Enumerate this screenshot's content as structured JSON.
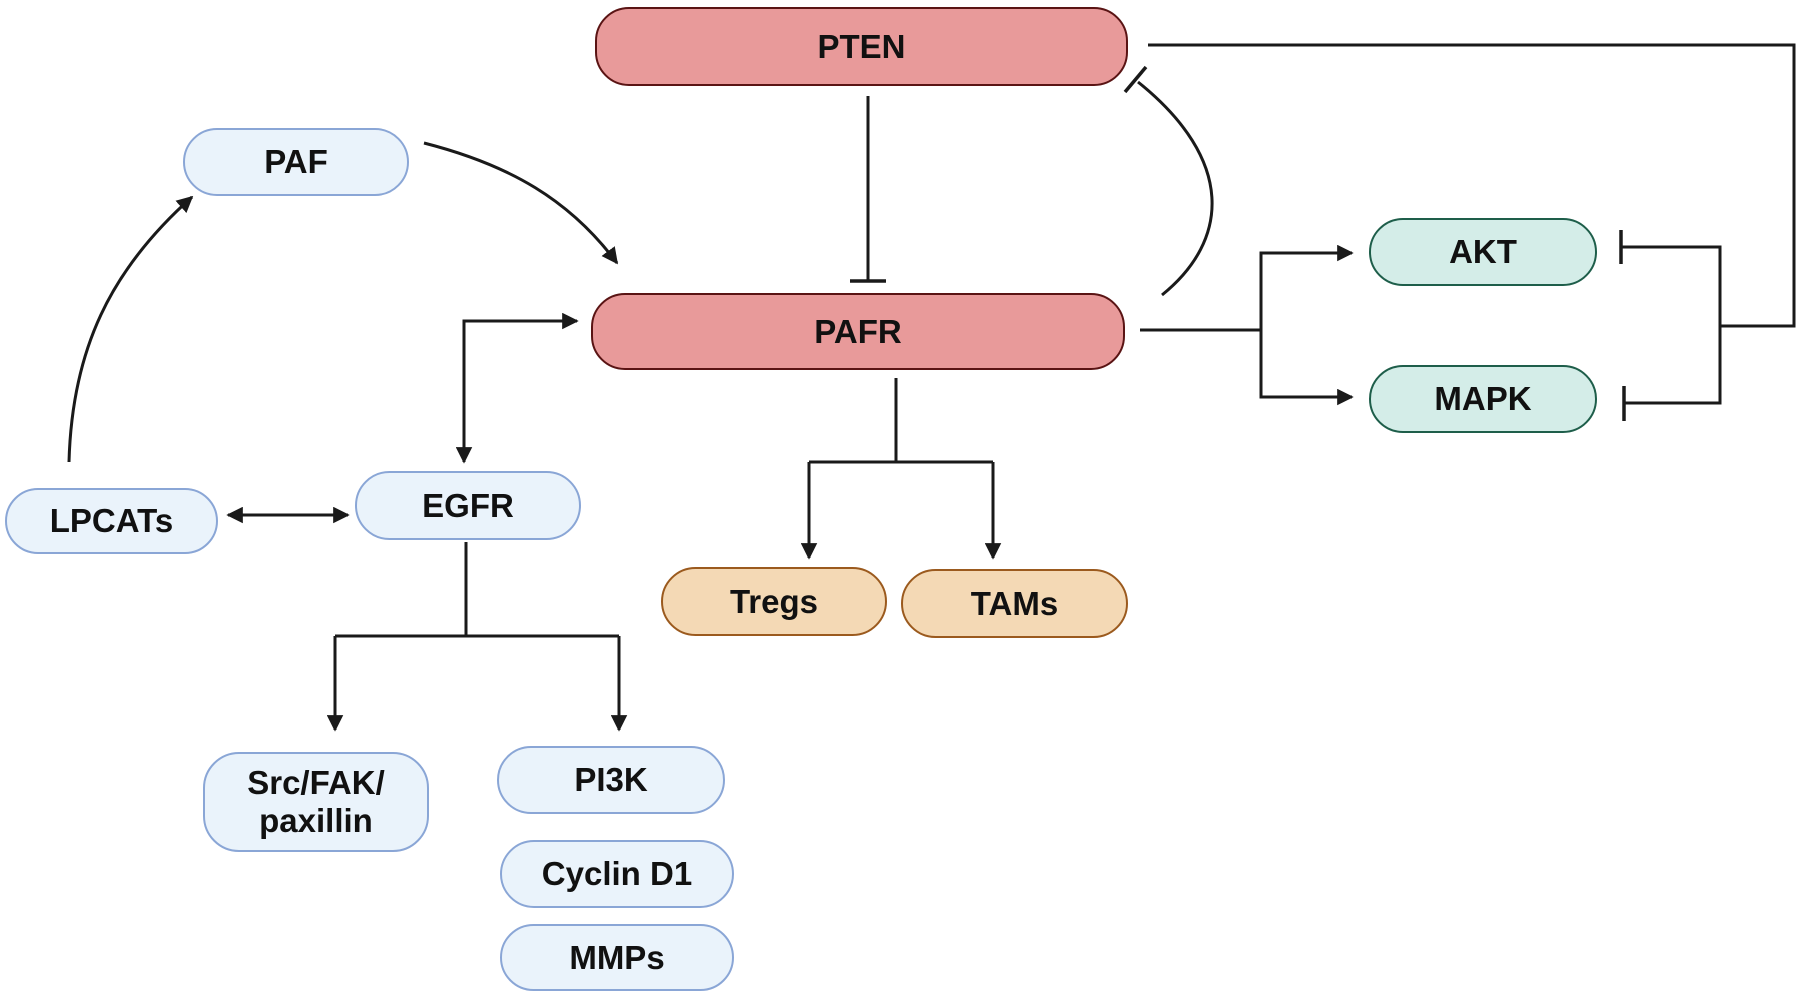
{
  "diagram": {
    "nodes": [
      {
        "id": "pten",
        "label": "PTEN",
        "style": "red"
      },
      {
        "id": "paf",
        "label": "PAF",
        "style": "blue"
      },
      {
        "id": "pafr",
        "label": "PAFR",
        "style": "red"
      },
      {
        "id": "akt",
        "label": "AKT",
        "style": "green"
      },
      {
        "id": "mapk",
        "label": "MAPK",
        "style": "green"
      },
      {
        "id": "lpcats",
        "label": "LPCATs",
        "style": "blue"
      },
      {
        "id": "egfr",
        "label": "EGFR",
        "style": "blue"
      },
      {
        "id": "tregs",
        "label": "Tregs",
        "style": "tan"
      },
      {
        "id": "tams",
        "label": "TAMs",
        "style": "tan"
      },
      {
        "id": "src",
        "label": "Src/FAK/\npaxillin",
        "style": "blue"
      },
      {
        "id": "pi3k",
        "label": "PI3K",
        "style": "blue"
      },
      {
        "id": "cyclin",
        "label": "Cyclin D1",
        "style": "blue"
      },
      {
        "id": "mmps",
        "label": "MMPs",
        "style": "blue"
      }
    ],
    "edges": [
      {
        "from": "pten",
        "to": "pafr",
        "type": "inhibits"
      },
      {
        "from": "pafr",
        "to": "pten",
        "type": "inhibits"
      },
      {
        "from": "pten",
        "to": "akt",
        "type": "inhibits"
      },
      {
        "from": "pten",
        "to": "mapk",
        "type": "inhibits"
      },
      {
        "from": "paf",
        "to": "pafr",
        "type": "activates"
      },
      {
        "from": "lpcats",
        "to": "paf",
        "type": "activates"
      },
      {
        "from": "lpcats",
        "to": "egfr",
        "type": "bidirectional"
      },
      {
        "from": "egfr",
        "to": "pafr",
        "type": "bidirectional"
      },
      {
        "from": "pafr",
        "to": "akt",
        "type": "activates"
      },
      {
        "from": "pafr",
        "to": "mapk",
        "type": "activates"
      },
      {
        "from": "pafr",
        "to": "tregs",
        "type": "activates"
      },
      {
        "from": "pafr",
        "to": "tams",
        "type": "activates"
      },
      {
        "from": "egfr",
        "to": "src",
        "type": "activates"
      },
      {
        "from": "egfr",
        "to": "pi3k",
        "type": "activates"
      }
    ],
    "colors": {
      "red_fill": "#e89a9a",
      "blue_fill": "#eaf3fb",
      "green_fill": "#d4ede8",
      "tan_fill": "#f4d9b5",
      "edge": "#1a1a1a"
    }
  }
}
